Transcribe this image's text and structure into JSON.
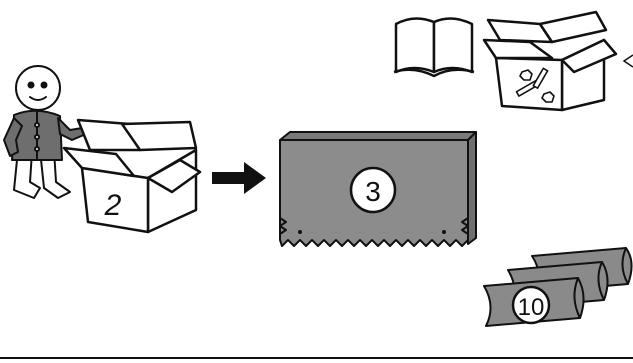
{
  "steps": {
    "box_number": "2",
    "panel_number": "3",
    "rolls_number": "10"
  },
  "colors": {
    "line": "#111111",
    "panel_gray": "#8c8c8c",
    "panel_dark": "#6f6f6f",
    "roll_gray": "#8a8a8a",
    "box_fill": "#ffffff"
  },
  "icons": [
    "person-icon",
    "open-box-icon",
    "arrow-right-icon",
    "manual-book-icon",
    "hardware-box-icon",
    "roll-stack-icon"
  ]
}
